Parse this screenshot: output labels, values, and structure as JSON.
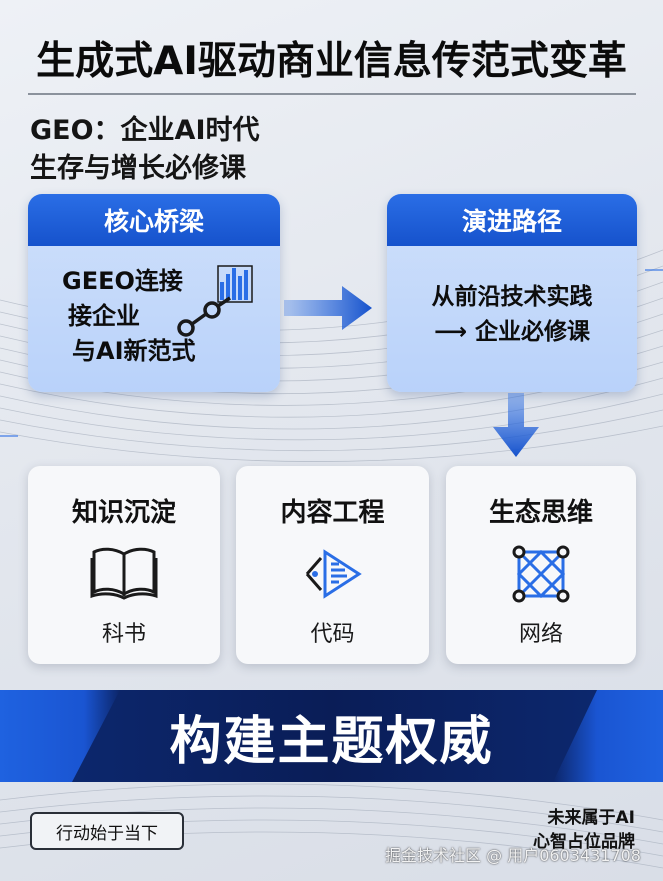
{
  "title": "生成式AI驱动商业信息传范式变革",
  "subtitle": {
    "line1": "GEO：企业AI时代",
    "line2": "生存与增长必修课"
  },
  "core_bridge": {
    "heading": "核心桥梁",
    "line1": "GEEO连接",
    "line2": "接企业",
    "line3": "与AI新范式"
  },
  "evolution_path": {
    "heading": "演进路径",
    "line1": "从前沿技术实践",
    "line2": "⟶ 企业必修课"
  },
  "pillars": [
    {
      "title": "知识沉淀",
      "icon": "book-icon",
      "label": "科书"
    },
    {
      "title": "内容工程",
      "icon": "code-icon",
      "label": "代码"
    },
    {
      "title": "生态思维",
      "icon": "network-icon",
      "label": "网络"
    }
  ],
  "banner": "构建主题权威",
  "cta": "行动始于当下",
  "footer": {
    "line1": "未来属于AI",
    "line2": "心智占位品牌"
  },
  "watermark": "掘金技术社区 @ 用户0603431708",
  "colors": {
    "accent_blue": "#1a5ad6",
    "card_light_blue": "#c4d9fb",
    "banner_navy": "#0b1f5c"
  }
}
